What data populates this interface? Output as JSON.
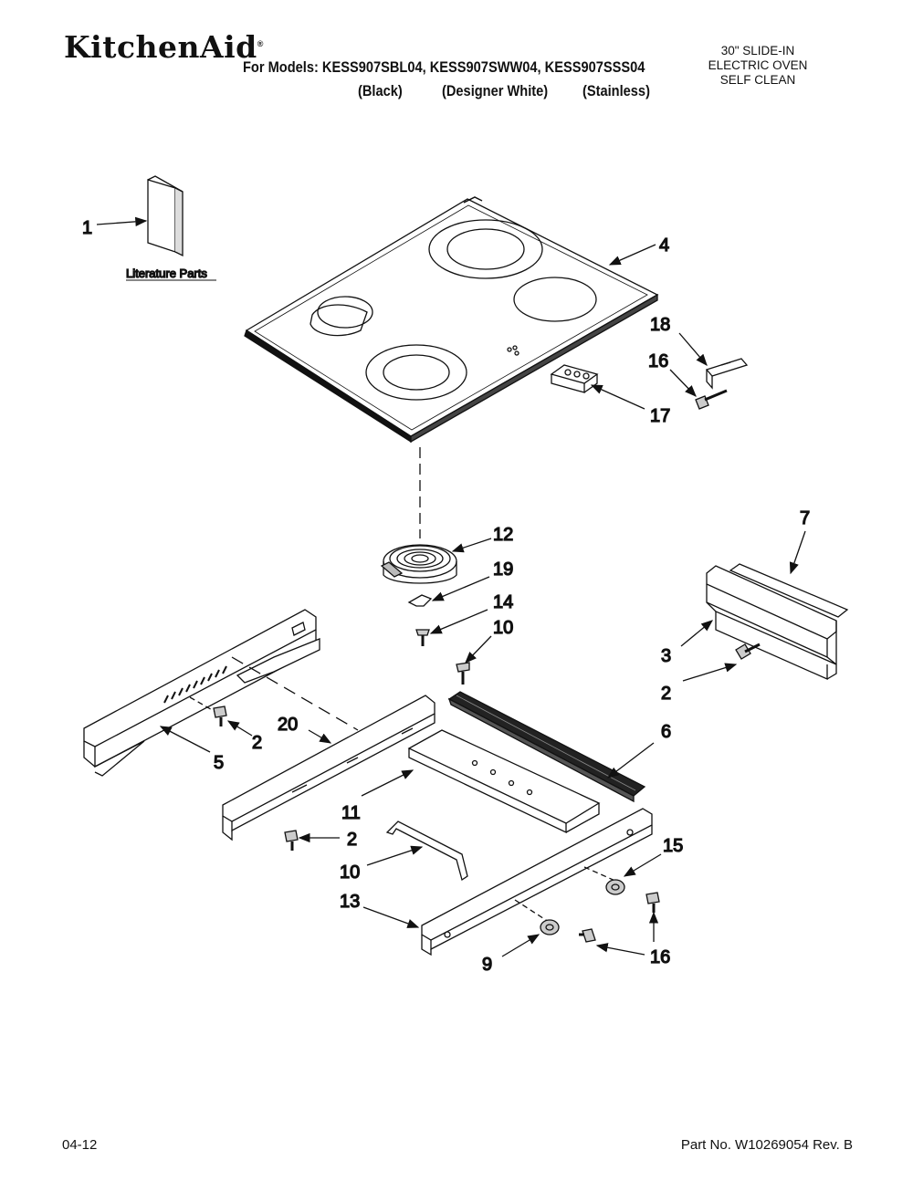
{
  "header": {
    "brand": "KitchenAid",
    "brand_mark": "®",
    "models_line": "For Models: KESS907SBL04, KESS907SWW04, KESS907SSS04",
    "variants": [
      "(Black)",
      "(Designer White)",
      "(Stainless)"
    ],
    "product_lines": [
      "30\" SLIDE-IN",
      "ELECTRIC OVEN",
      "SELF CLEAN"
    ]
  },
  "diagram": {
    "literature_caption": "Literature Parts",
    "callouts": [
      "1",
      "4",
      "18",
      "16",
      "17",
      "12",
      "19",
      "14",
      "10",
      "7",
      "3",
      "2",
      "20",
      "2",
      "5",
      "6",
      "11",
      "2",
      "10",
      "15",
      "13",
      "16",
      "9"
    ]
  },
  "footer": {
    "date": "04-12",
    "part_number": "Part No. W10269054 Rev. B"
  }
}
